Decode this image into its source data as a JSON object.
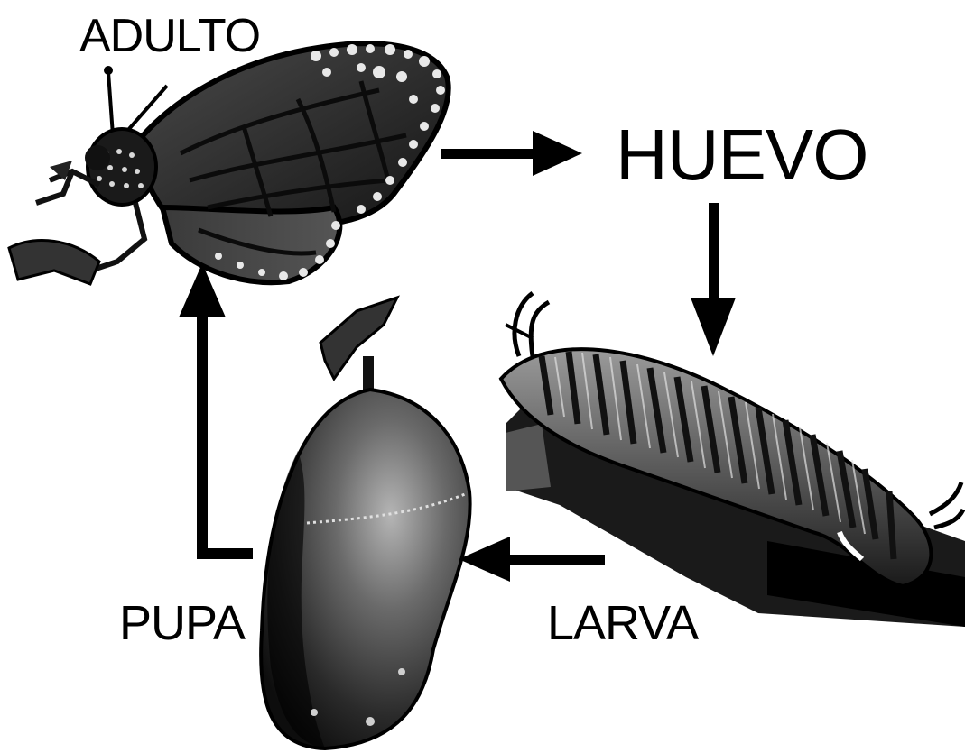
{
  "diagram": {
    "type": "life-cycle",
    "stages": [
      {
        "id": "adult",
        "label": "ADULTO",
        "illustration": "monarch-butterfly"
      },
      {
        "id": "egg",
        "label": "HUEVO",
        "illustration": "none"
      },
      {
        "id": "larva",
        "label": "LARVA",
        "illustration": "caterpillar"
      },
      {
        "id": "pupa",
        "label": "PUPA",
        "illustration": "chrysalis"
      }
    ],
    "arrows": [
      {
        "from": "ADULTO",
        "to": "HUEVO",
        "direction": "right"
      },
      {
        "from": "HUEVO",
        "to": "LARVA",
        "direction": "down"
      },
      {
        "from": "LARVA",
        "to": "PUPA",
        "direction": "left"
      },
      {
        "from": "PUPA",
        "to": "ADULTO",
        "direction": "up"
      }
    ],
    "colors": {
      "background": "#ffffff",
      "ink": "#000000",
      "dark": "#1a1a1a",
      "mid": "#555555",
      "light": "#9a9a9a",
      "spots": "#e8e8e8"
    }
  }
}
